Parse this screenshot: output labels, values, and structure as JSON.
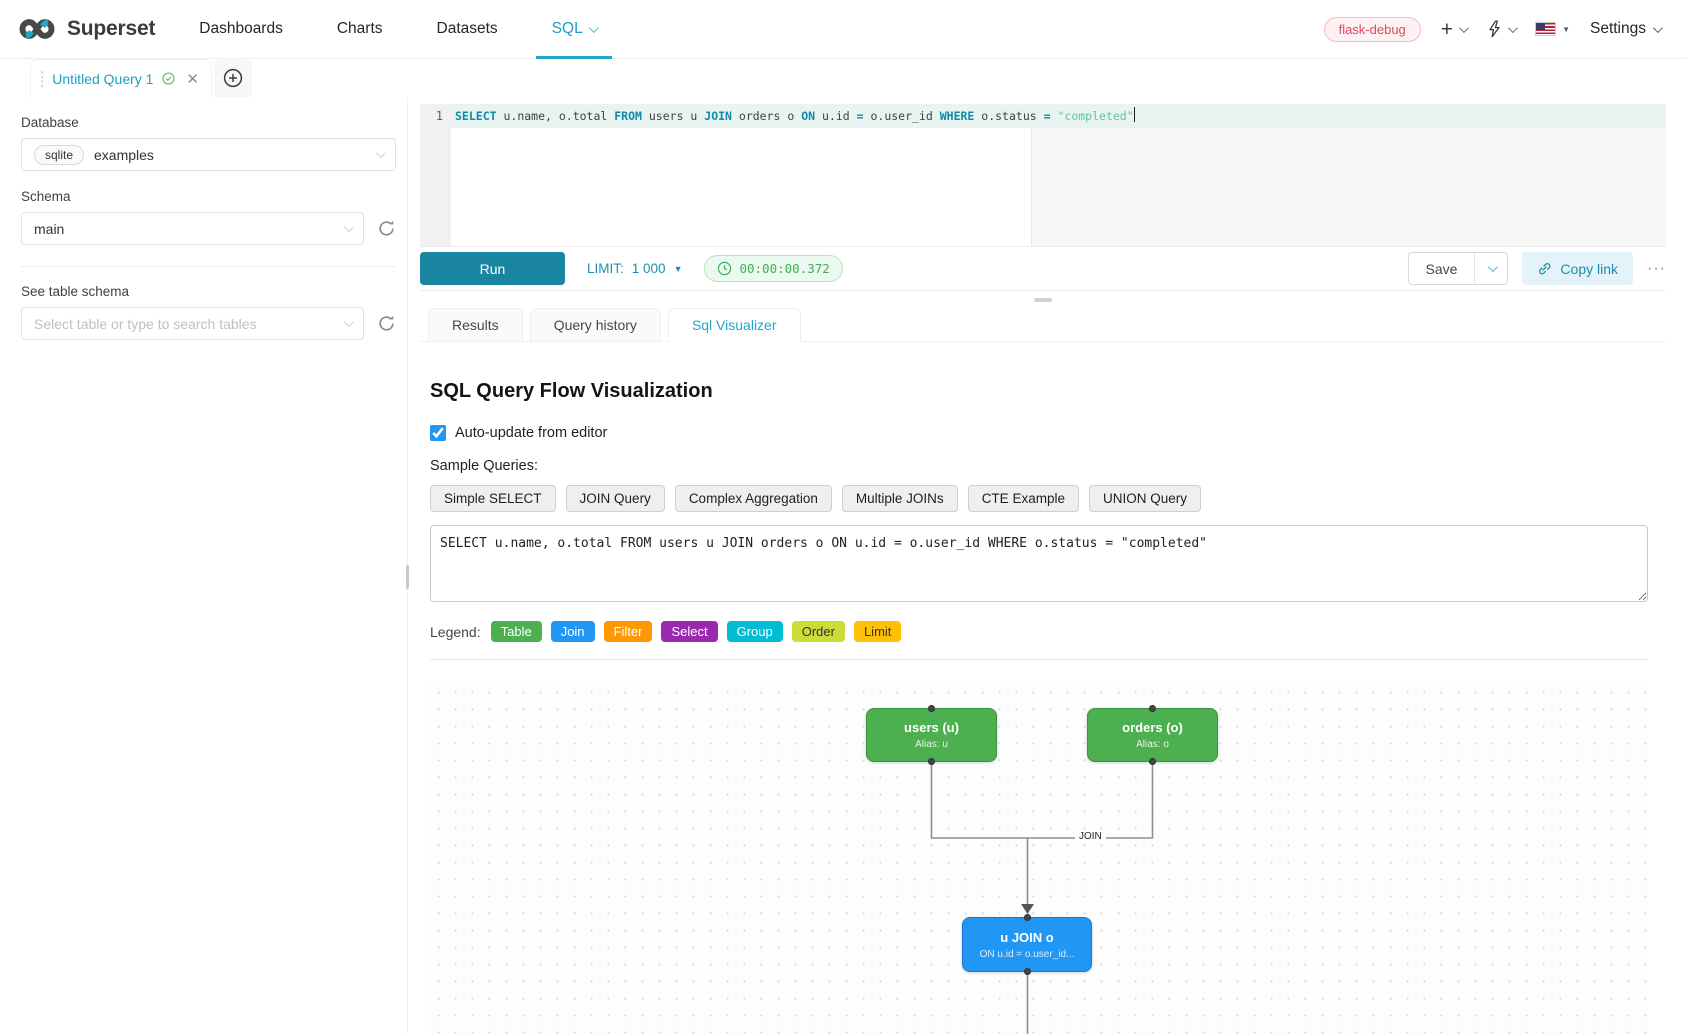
{
  "nav": {
    "brand": "Superset",
    "items": [
      {
        "label": "Dashboards"
      },
      {
        "label": "Charts"
      },
      {
        "label": "Datasets"
      },
      {
        "label": "SQL",
        "active": true
      }
    ],
    "env_badge": "flask-debug",
    "settings_label": "Settings"
  },
  "query_tab": {
    "title": "Untitled Query 1"
  },
  "sidebar": {
    "database_label": "Database",
    "database_engine": "sqlite",
    "database_name": "examples",
    "schema_label": "Schema",
    "schema_value": "main",
    "table_label": "See table schema",
    "table_placeholder": "Select table or type to search tables"
  },
  "editor": {
    "line_number": "1",
    "tokens": [
      {
        "t": "SELECT"
      },
      {
        "t": " u.name, o.total "
      },
      {
        "t": "FROM"
      },
      {
        "t": " users u "
      },
      {
        "t": "JOIN"
      },
      {
        "t": " orders o "
      },
      {
        "t": "ON"
      },
      {
        "t": " u.id "
      },
      {
        "t": "="
      },
      {
        "t": " o.user_id "
      },
      {
        "t": "WHERE"
      },
      {
        "t": " o.status "
      },
      {
        "t": "="
      },
      {
        "t": " "
      },
      {
        "t": "\"completed\""
      }
    ]
  },
  "toolbar": {
    "run_label": "Run",
    "limit_label": "LIMIT:",
    "limit_value": "1 000",
    "timer": "00:00:00.372",
    "save_label": "Save",
    "copy_link_label": "Copy link",
    "more_label": "···"
  },
  "south_tabs": [
    {
      "label": "Results"
    },
    {
      "label": "Query history"
    },
    {
      "label": "Sql Visualizer",
      "active": true
    }
  ],
  "visualizer": {
    "title": "SQL Query Flow Visualization",
    "auto_update_label": "Auto-update from editor",
    "auto_update_checked": true,
    "sample_queries_label": "Sample Queries:",
    "sample_buttons": [
      {
        "label": "Simple SELECT"
      },
      {
        "label": "JOIN Query"
      },
      {
        "label": "Complex Aggregation"
      },
      {
        "label": "Multiple JOINs"
      },
      {
        "label": "CTE Example"
      },
      {
        "label": "UNION Query"
      }
    ],
    "sql_text": "SELECT u.name, o.total FROM users u JOIN orders o ON u.id = o.user_id WHERE o.status = \"completed\"",
    "legend_label": "Legend:",
    "legend": [
      {
        "label": "Table",
        "bg": "#4caf50",
        "fg": "#ffffff"
      },
      {
        "label": "Join",
        "bg": "#2196f3",
        "fg": "#ffffff"
      },
      {
        "label": "Filter",
        "bg": "#ff9800",
        "fg": "#ffffff"
      },
      {
        "label": "Select",
        "bg": "#9c27b0",
        "fg": "#ffffff"
      },
      {
        "label": "Group",
        "bg": "#00bcd4",
        "fg": "#ffffff"
      },
      {
        "label": "Order",
        "bg": "#cddc39",
        "fg": "#333333"
      },
      {
        "label": "Limit",
        "bg": "#ffc107",
        "fg": "#333333"
      }
    ],
    "diagram": {
      "nodes": [
        {
          "title": "users (u)",
          "subtitle": "Alias: u",
          "type": "table"
        },
        {
          "title": "orders (o)",
          "subtitle": "Alias: o",
          "type": "table"
        },
        {
          "title": "u JOIN o",
          "subtitle": "ON u.id = o.user_id...",
          "type": "join"
        }
      ],
      "edge_label": "JOIN"
    }
  },
  "colors": {
    "accent": "#20a7c9",
    "run_button": "#1985a0",
    "table_node": "#4caf50",
    "join_node": "#2196f3",
    "timer_success": "#3fae57",
    "env_badge": "#e0485a"
  },
  "icons": [
    "superset-logo",
    "chevron-down-icon",
    "lightning-icon",
    "flag-icon",
    "plus-icon",
    "check-circle-icon",
    "close-icon",
    "add-circle-icon",
    "refresh-icon",
    "clock-icon",
    "link-icon",
    "caret-down-icon",
    "more-icon",
    "drag-handle-icon"
  ]
}
